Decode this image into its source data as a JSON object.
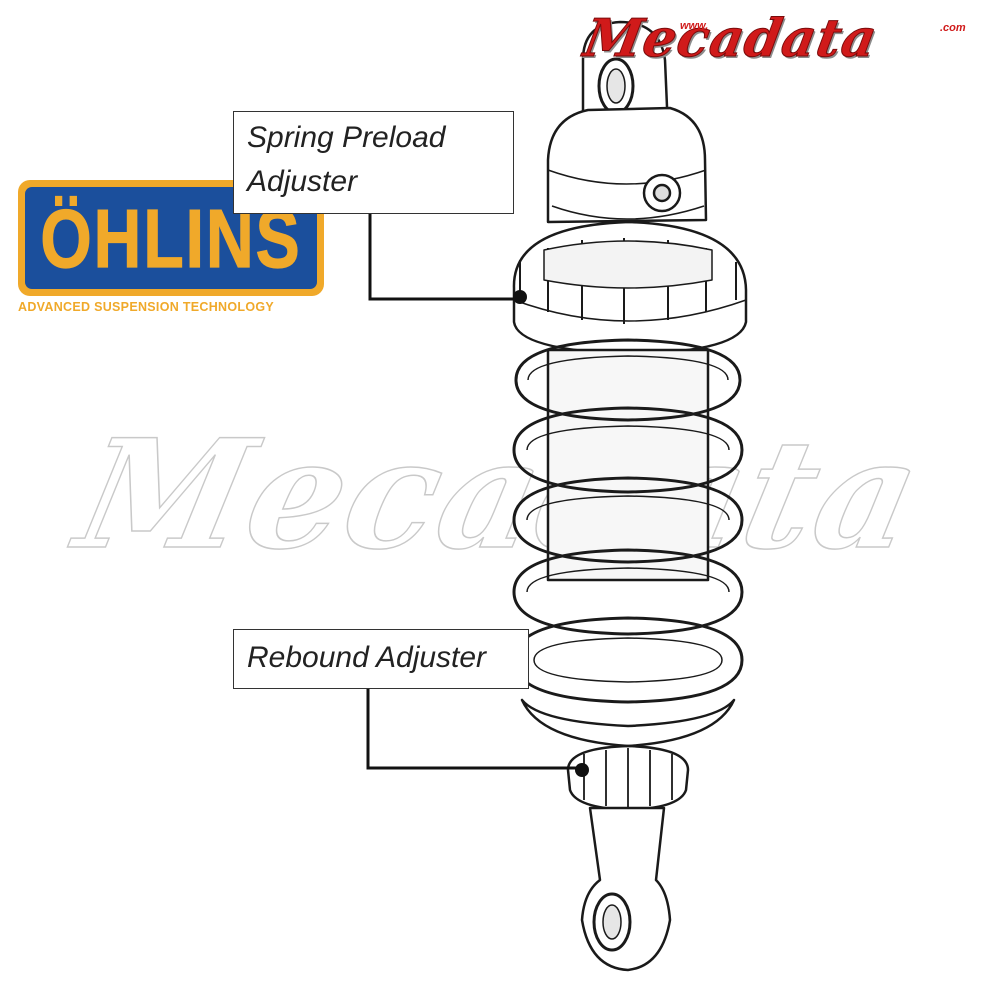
{
  "brand": {
    "prefix": "www.",
    "name": "Mecadata",
    "suffix": ".com",
    "color": "#d01a1a"
  },
  "watermark": {
    "text": "Mecadata"
  },
  "logo": {
    "name": "ÖHLINS",
    "registered": "®",
    "tagline": "ADVANCED SUSPENSION TECHNOLOGY",
    "colors": {
      "blue": "#1b4f9c",
      "gold": "#f0a92a"
    }
  },
  "callouts": {
    "preload": "Spring Preload Adjuster",
    "rebound": "Rebound Adjuster"
  }
}
